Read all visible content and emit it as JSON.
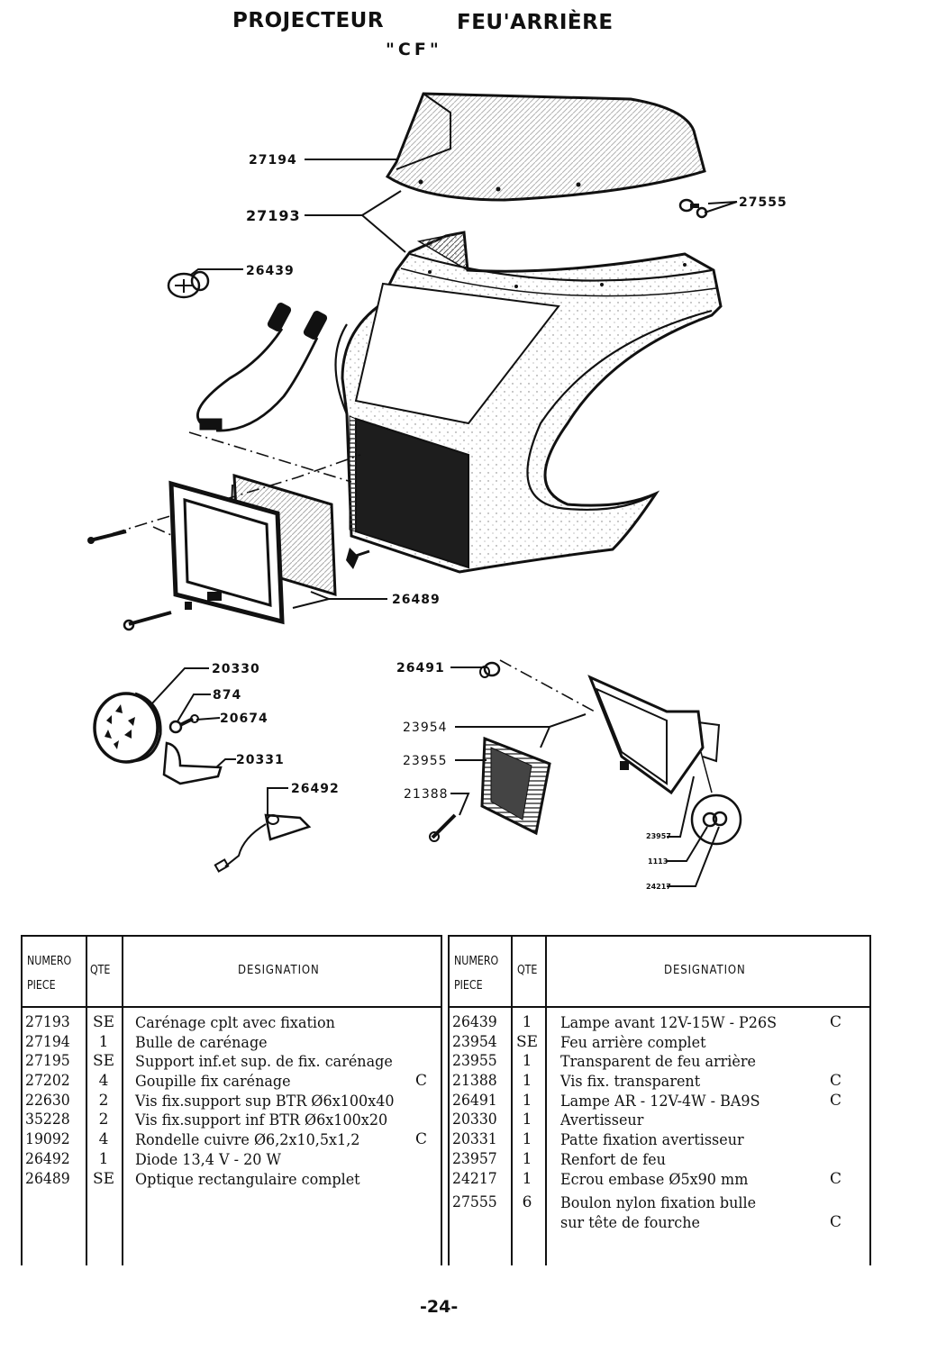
{
  "header": {
    "title_left": "PROJECTEUR",
    "title_right": "FEU'ARRIÈRE",
    "subtitle": "\"CF\""
  },
  "diagram": {
    "callouts": [
      {
        "id": "c27194",
        "label": "27194"
      },
      {
        "id": "c27193",
        "label": "27193"
      },
      {
        "id": "c27555",
        "label": "27555"
      },
      {
        "id": "c26439",
        "label": "26439"
      },
      {
        "id": "c26489",
        "label": "26489"
      },
      {
        "id": "c20330",
        "label": "20330"
      },
      {
        "id": "c874",
        "label": "874"
      },
      {
        "id": "c20674",
        "label": "20674"
      },
      {
        "id": "c20331",
        "label": "20331"
      },
      {
        "id": "c26492",
        "label": "26492"
      },
      {
        "id": "c26491",
        "label": "26491"
      },
      {
        "id": "c23954",
        "label": "23954"
      },
      {
        "id": "c23955",
        "label": "23955"
      },
      {
        "id": "c21388",
        "label": "21388"
      },
      {
        "id": "c23957",
        "label": "23957"
      },
      {
        "id": "c1113",
        "label": "1113"
      },
      {
        "id": "c24217",
        "label": "24217"
      }
    ]
  },
  "tables": {
    "headers": {
      "numero_line1": "NUMERO",
      "numero_line2": "PIECE",
      "qte": "QTE",
      "designation": "DESIGNATION"
    },
    "left": [
      {
        "numero": "27193",
        "qte": "SE",
        "designation": "Carénage cplt avec fixation",
        "flag": ""
      },
      {
        "numero": "27194",
        "qte": "1",
        "designation": "Bulle de carénage",
        "flag": ""
      },
      {
        "numero": "27195",
        "qte": "SE",
        "designation": "Support inf.et sup. de fix. carénage",
        "flag": ""
      },
      {
        "numero": "27202",
        "qte": "4",
        "designation": "Goupille fix carénage",
        "flag": "C"
      },
      {
        "numero": "22630",
        "qte": "2",
        "designation": "Vis fix.support sup BTR Ø6x100x40",
        "flag": ""
      },
      {
        "numero": "35228",
        "qte": "2",
        "designation": "Vis fix.support inf BTR Ø6x100x20",
        "flag": ""
      },
      {
        "numero": "19092",
        "qte": "4",
        "designation": "Rondelle cuivre Ø6,2x10,5x1,2",
        "flag": "C"
      },
      {
        "numero": "26492",
        "qte": "1",
        "designation": "Diode 13,4 V - 20 W",
        "flag": ""
      },
      {
        "numero": "26489",
        "qte": "SE",
        "designation": "Optique rectangulaire complet",
        "flag": ""
      }
    ],
    "right": [
      {
        "numero": "26439",
        "qte": "1",
        "designation": "Lampe avant 12V-15W - P26S",
        "flag": "C"
      },
      {
        "numero": "23954",
        "qte": "SE",
        "designation": "Feu arrière complet",
        "flag": ""
      },
      {
        "numero": "23955",
        "qte": "1",
        "designation": "Transparent de feu arrière",
        "flag": ""
      },
      {
        "numero": "21388",
        "qte": "1",
        "designation": "Vis fix. transparent",
        "flag": "C"
      },
      {
        "numero": "26491",
        "qte": "1",
        "designation": "Lampe AR - 12V-4W - BA9S",
        "flag": "C"
      },
      {
        "numero": "20330",
        "qte": "1",
        "designation": "Avertisseur",
        "flag": ""
      },
      {
        "numero": "20331",
        "qte": "1",
        "designation": "Patte fixation avertisseur",
        "flag": ""
      },
      {
        "numero": "23957",
        "qte": "1",
        "designation": "Renfort de feu",
        "flag": ""
      },
      {
        "numero": "24217",
        "qte": "1",
        "designation": "Ecrou embase Ø5x90 mm",
        "flag": "C"
      },
      {
        "numero": "27555",
        "qte": "6",
        "designation": "Boulon nylon fixation bulle",
        "designation_line2": "sur tête de fourche",
        "flag": "C"
      }
    ]
  },
  "footer": {
    "page_number": "-24-"
  }
}
